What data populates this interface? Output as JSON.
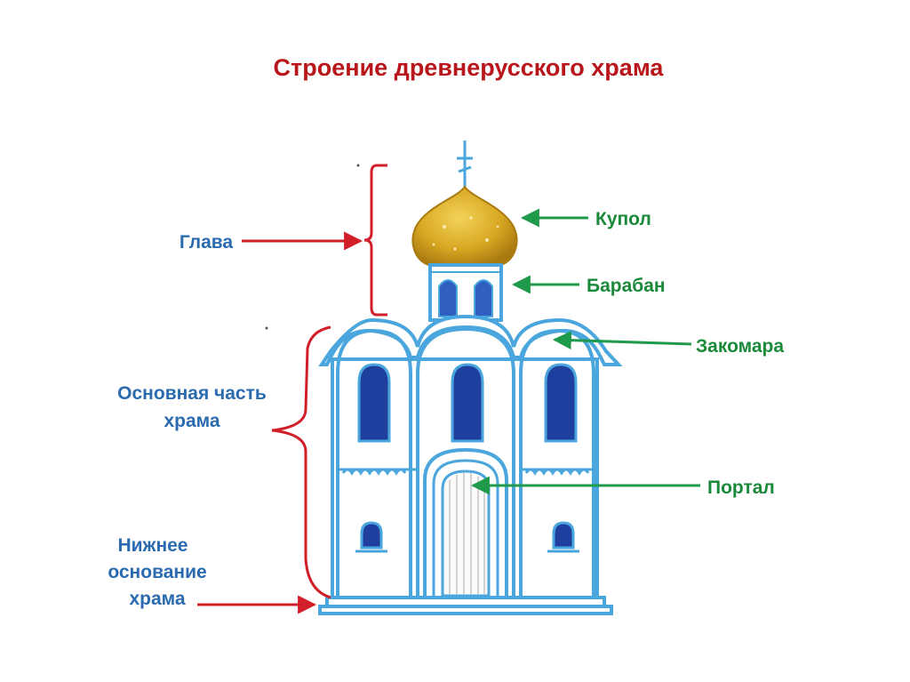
{
  "title": "Строение древнерусского храма",
  "labels_left": {
    "glava": "Глава",
    "main_part_line1": "Основная часть",
    "main_part_line2": "храма",
    "base_line1": "Нижнее",
    "base_line2": "основание",
    "base_line3": "храма"
  },
  "labels_right": {
    "kupol": "Купол",
    "baraban": "Барабан",
    "zakomara": "Закомара",
    "portal": "Портал"
  },
  "colors": {
    "title": "#b8161b",
    "left_labels": "#2a6bb0",
    "right_labels": "#1a8a3a",
    "left_arrows": "#d11f2a",
    "right_arrows": "#1f9a4a",
    "church_outline": "#4aa6dc",
    "windows": "#1f3f9e",
    "dome": "#d8a823"
  }
}
